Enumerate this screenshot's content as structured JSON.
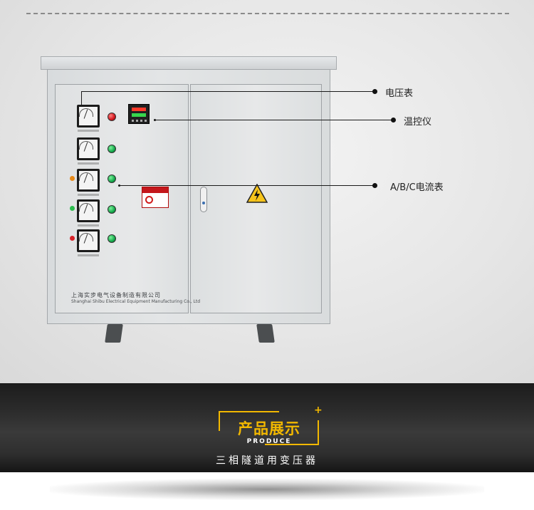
{
  "callouts": {
    "voltmeter": "电压表",
    "temp_controller": "温控仪",
    "ammeter": "A/B/C电流表"
  },
  "cabinet": {
    "name_cn": "上海实步电气设备制造有限公司",
    "name_en": "Shanghai Shibu Electrical Equipment Manufacturing Co., Ltd"
  },
  "banner": {
    "title": "产品展示",
    "subtitle": "PRODUCE",
    "caption": "三相隧道用变压器",
    "accent": "#f2b800"
  },
  "lamps": [
    "red",
    "green",
    "green",
    "green",
    "green"
  ],
  "colors": {
    "panel": "#dfe1e2",
    "lamp_red": "#d1141b",
    "lamp_green": "#12a84a"
  }
}
